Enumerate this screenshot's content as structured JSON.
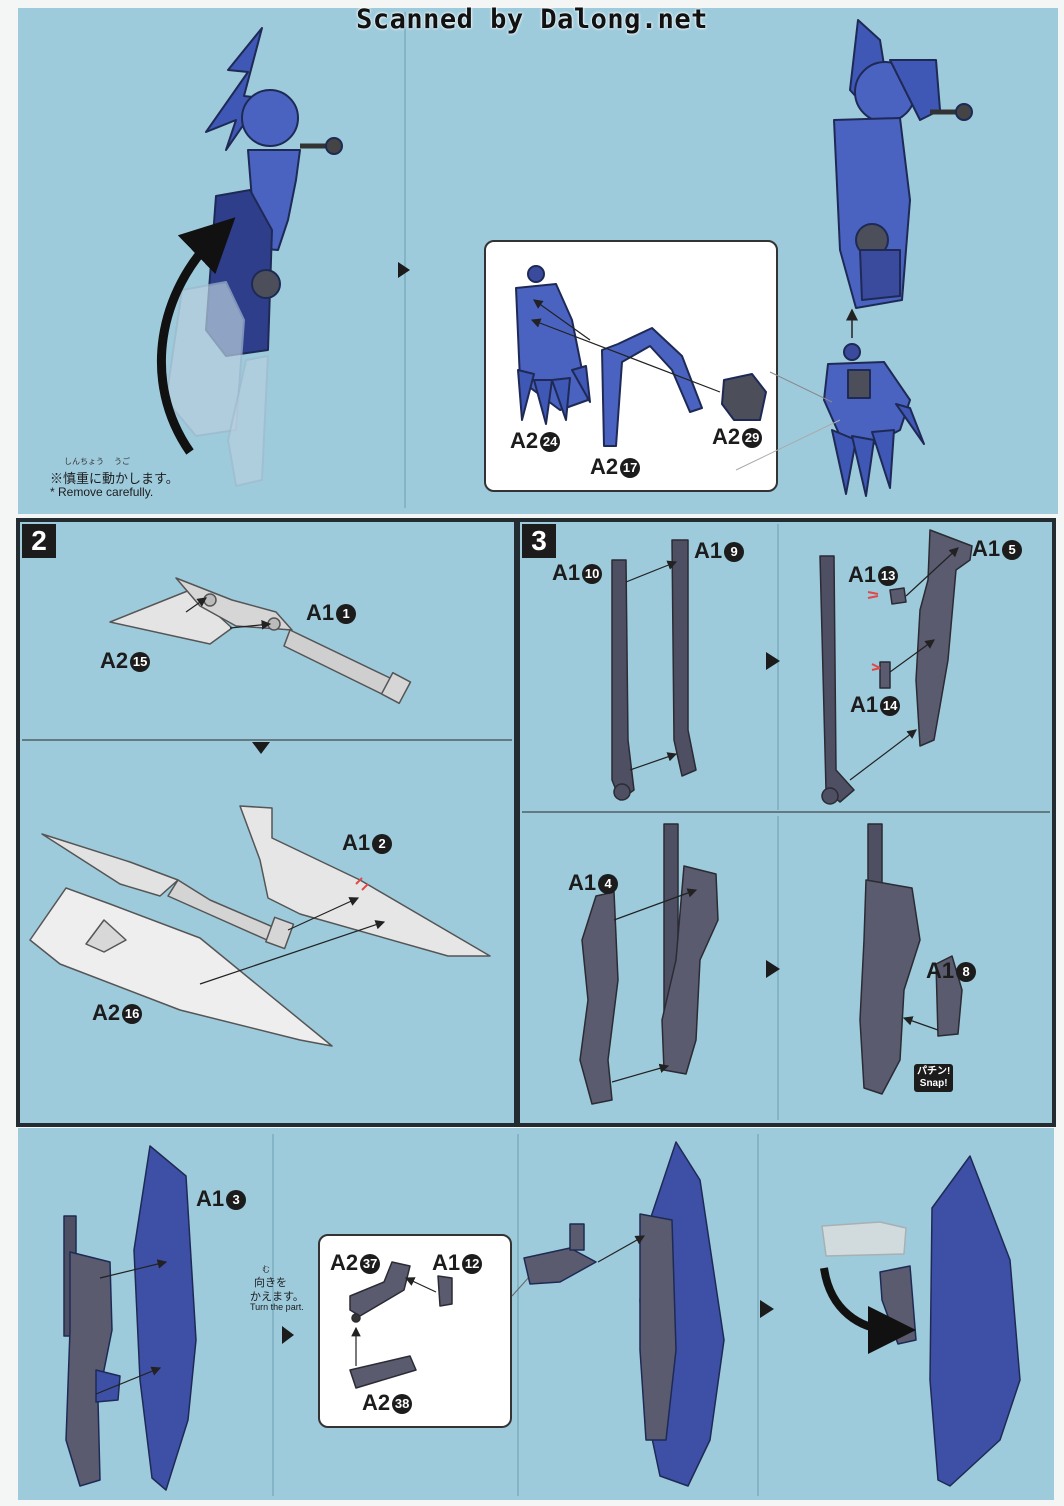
{
  "header": {
    "watermark": "Scanned by Dalong.net"
  },
  "steps": {
    "s2": "2",
    "s3": "3"
  },
  "step1": {
    "caution_ruby1": "しんちょう",
    "caution_ruby2": "うご",
    "caution_jp": "※慎重に動かします。",
    "caution_en": "* Remove carefully.",
    "parts": {
      "p24": "A2",
      "p24n": "24",
      "p17": "A2",
      "p17n": "17",
      "p29": "A2",
      "p29n": "29"
    }
  },
  "step2": {
    "parts": {
      "p1": "A1",
      "p1n": "1",
      "p15": "A2",
      "p15n": "15",
      "p2": "A1",
      "p2n": "2",
      "p16": "A2",
      "p16n": "16"
    }
  },
  "step3": {
    "parts": {
      "p10": "A1",
      "p10n": "10",
      "p9": "A1",
      "p9n": "9",
      "p13": "A1",
      "p13n": "13",
      "p5": "A1",
      "p5n": "5",
      "p14": "A1",
      "p14n": "14",
      "p4": "A1",
      "p4n": "4",
      "p8": "A1",
      "p8n": "8"
    },
    "snap_jp": "パチン!",
    "snap_en": "Snap!"
  },
  "step4": {
    "parts": {
      "p3": "A1",
      "p3n": "3",
      "p37": "A2",
      "p37n": "37",
      "p12": "A1",
      "p12n": "12",
      "p38": "A2",
      "p38n": "38"
    },
    "turn_ruby": "む",
    "turn_jp1": "向きを",
    "turn_jp2": "かえます。",
    "turn_en": "Turn the part."
  }
}
